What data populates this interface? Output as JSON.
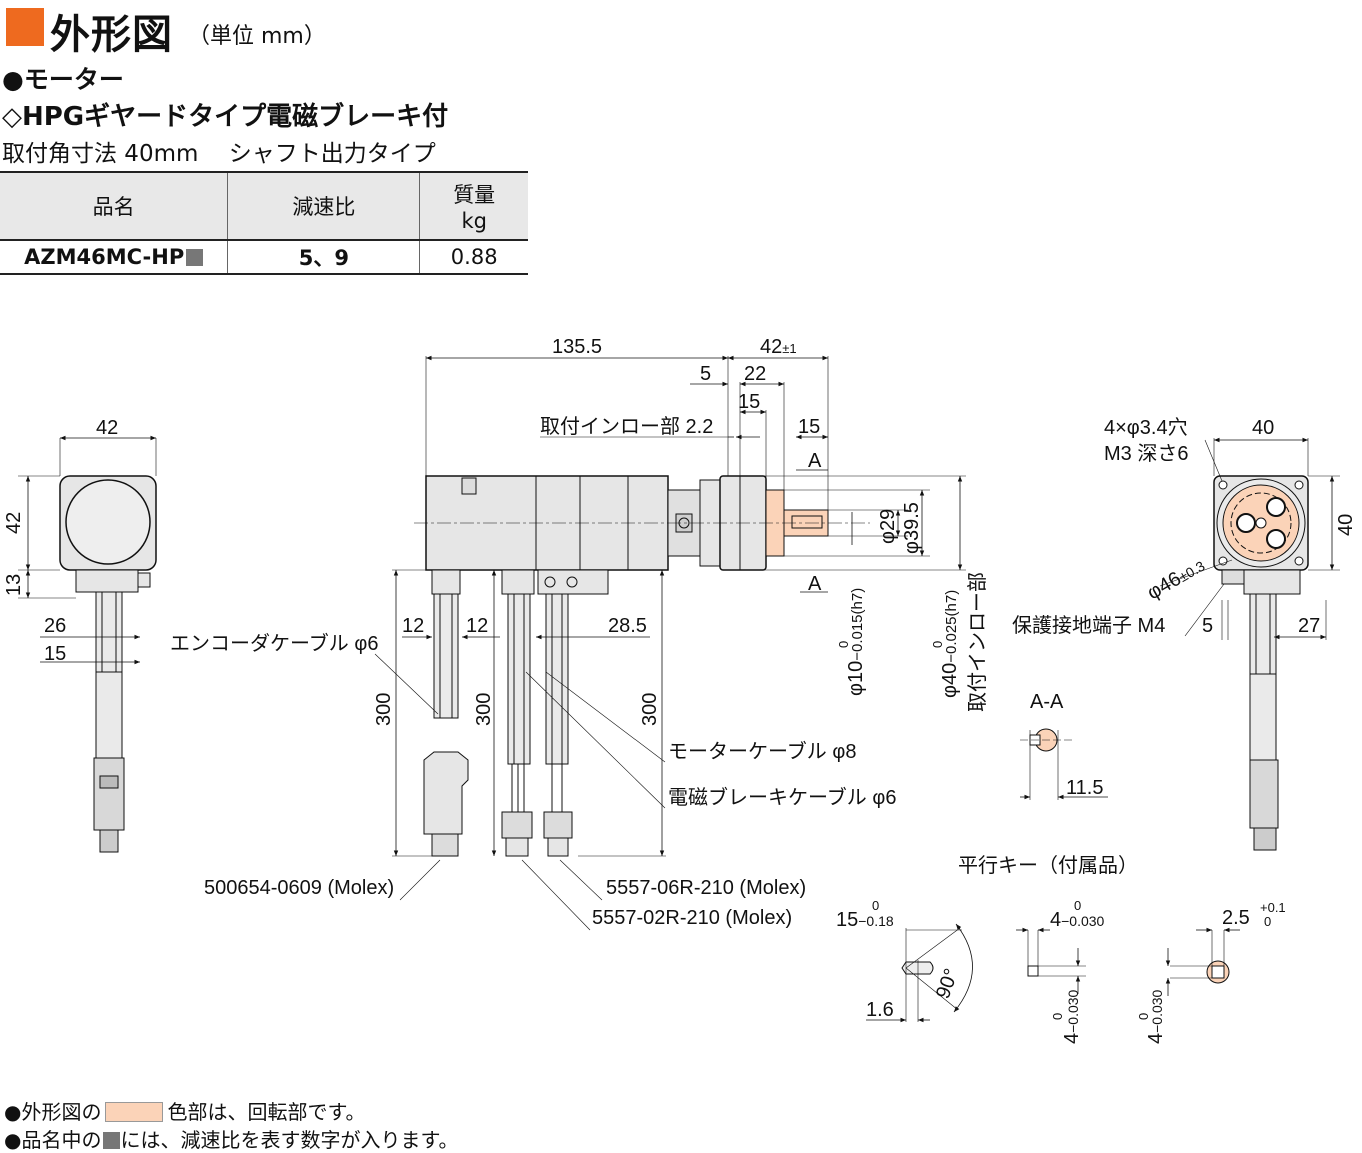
{
  "header": {
    "title": "外形図",
    "unit": "（単位 mm）",
    "category": "●モーター",
    "product_type": "◇HPGギヤードタイプ電磁ブレーキ付",
    "mount_size": "取付角寸法 40mm　 シャフト出力タイプ"
  },
  "spec_table": {
    "headers": [
      "品名",
      "減速比",
      "質量",
      "kg"
    ],
    "rows": [
      {
        "model": "AZM46MC-HP",
        "ratio": "5、9",
        "mass": "0.88"
      }
    ]
  },
  "drawing": {
    "left_view": {
      "width": "42",
      "height": "42",
      "d13": "13",
      "d26": "26",
      "d15": "15"
    },
    "side_view": {
      "length": "135.5",
      "shaft_len": "42",
      "shaft_tol": "±1",
      "d5": "5",
      "d22": "22",
      "d15a": "15",
      "d15b": "15",
      "spigot_depth": "取付インロー部 2.2",
      "section_mark": "A",
      "dia29": "φ29",
      "dia395": "φ39.5",
      "shaft_dia": "φ10",
      "shaft_tol_lo": "−0.015(h7)",
      "shaft_tol_up": "0",
      "spigot_dia": "φ40",
      "spigot_tol_lo": "−0.025(h7)",
      "spigot_tol_up": "0",
      "spigot_label": "取付インロー部",
      "c12a": "12",
      "c12b": "12",
      "c285": "28.5",
      "c300a": "300",
      "c300b": "300",
      "c300c": "300",
      "encoder_cable": "エンコーダケーブル φ6",
      "motor_cable": "モーターケーブル φ8",
      "brake_cable": "電磁ブレーキケーブル φ6",
      "conn_encoder": "500654-0609 (Molex)",
      "conn_motor": "5557-06R-210 (Molex)",
      "conn_brake": "5557-02R-210 (Molex)"
    },
    "front_view": {
      "holes": "4×φ3.4穴",
      "tap": "M3 深さ6",
      "d40a": "40",
      "d40b": "40",
      "pcd": "φ46",
      "pcd_tol": "±0.3",
      "ground": "保護接地端子 M4",
      "d5": "5",
      "d27": "27"
    },
    "section": {
      "label": "A-A",
      "d115": "11.5"
    },
    "key": {
      "title": "平行キー（付属品）",
      "len": "15",
      "len_tol_up": "0",
      "len_tol_lo": "−0.18",
      "chamfer": "1.6",
      "angle": "90°",
      "w": "4",
      "w_tol_up": "0",
      "w_tol_lo": "−0.030",
      "h": "4",
      "h_tol_up": "0",
      "h_tol_lo": "−0.030",
      "depth": "2.5",
      "depth_tol_up": "+0.1",
      "depth_tol_lo": "0"
    }
  },
  "notes": [
    {
      "before": "●外形図の",
      "after": "色部は、回転部です。"
    },
    {
      "before": "●品名中の",
      "after": "には、減速比を表す数字が入ります。"
    }
  ],
  "colors": {
    "accent": "#ee6a1f",
    "rotating_part": "#fbd3b8",
    "body": "#e6e6e6"
  }
}
